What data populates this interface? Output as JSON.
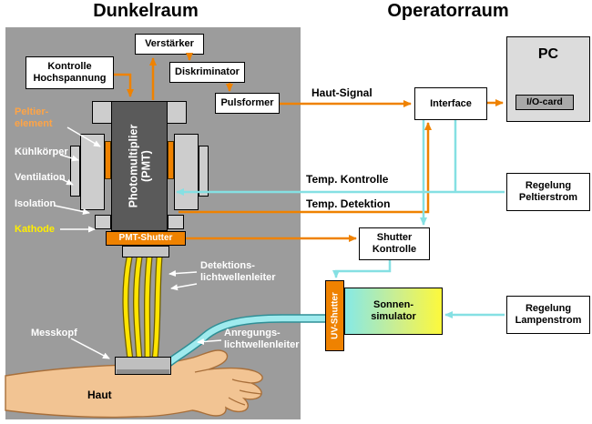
{
  "titles": {
    "darkroom": "Dunkelraum",
    "operator": "Operatorraum"
  },
  "colors": {
    "orange": "#ef8200",
    "cyan": "#85e0e3",
    "yellow": "#ffe400",
    "panel": "#9c9c9c",
    "peltier_text": "#ffa445",
    "cathode_text": "#ffee00"
  },
  "darkroom": {
    "boxes": {
      "hv_control": "Kontrolle\nHochspannung",
      "amplifier": "Verstärker",
      "discriminator": "Diskriminator",
      "pulse_shaper": "Pulsformer",
      "pmt": "Photomultiplier\n(PMT)",
      "pmt_shutter": "PMT-Shutter"
    },
    "labels": {
      "peltier": "Peltier-\nelement",
      "heatsink": "Kühlkörper",
      "ventilation": "Ventilation",
      "isolation": "Isolation",
      "cathode": "Kathode",
      "detection_fiber": "Detektions-\nlichtwellenleiter",
      "excitation_fiber": "Anregungs-\nlichtwellenleiter",
      "measuring_head": "Messkopf",
      "skin": "Haut"
    }
  },
  "operator": {
    "boxes": {
      "interface": "Interface",
      "pc": "PC",
      "io_card": "I/O-card",
      "peltier_regulator": "Regelung\nPeltierstrom",
      "shutter_control": "Shutter\nKontrolle",
      "uv_shutter": "UV-Shutter",
      "solar_simulator": "Sonnen-\nsimulator",
      "lamp_regulator": "Regelung\nLampenstrom"
    },
    "signals": {
      "skin_signal": "Haut-Signal",
      "temp_control": "Temp. Kontrolle",
      "temp_detection": "Temp. Detektion"
    }
  }
}
